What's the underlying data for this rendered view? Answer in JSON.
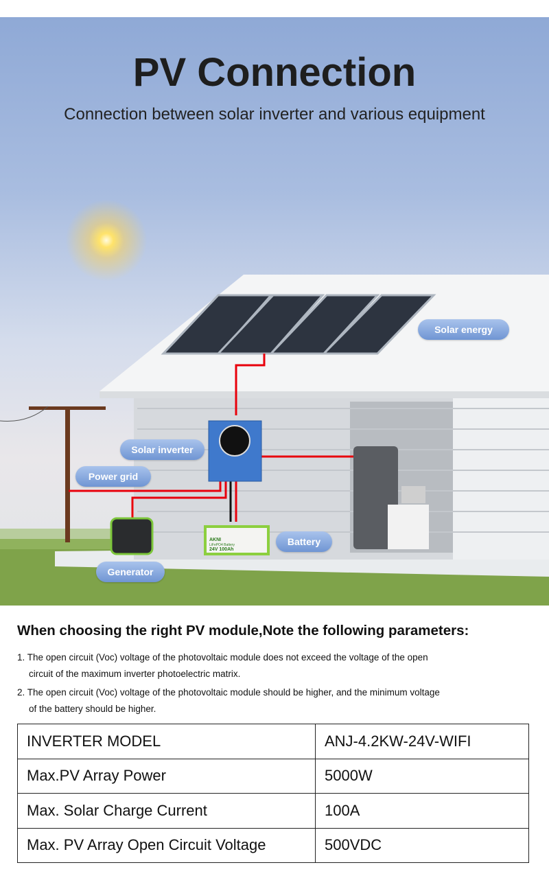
{
  "header": {
    "title": "PV Connection",
    "subtitle": "Connection between solar inverter and various equipment"
  },
  "labels": {
    "solar_energy": "Solar energy",
    "solar_inverter": "Solar inverter",
    "power_grid": "Power grid",
    "battery": "Battery",
    "generator": "Generator"
  },
  "battery_device": {
    "brand": "AKNI",
    "type": "LiFePO4 Battery",
    "spec": "24V 100Ah"
  },
  "notes": {
    "heading": "When choosing the right PV module,Note the following parameters:",
    "items": [
      {
        "line1": "1. The open circuit (Voc) voltage of the photovoltaic module does not exceed the voltage of the open",
        "line2": "circuit of the maximum inverter photoelectric matrix."
      },
      {
        "line1": "2. The open circuit (Voc) voltage of the photovoltaic module should be higher, and the minimum voltage",
        "line2": "of the battery should be higher."
      }
    ]
  },
  "specs": [
    {
      "label": "INVERTER MODEL",
      "value": "ANJ-4.2KW-24V-WIFI"
    },
    {
      "label": "Max.PV Array Power",
      "value": "5000W"
    },
    {
      "label": "Max. Solar Charge Current",
      "value": "100A"
    },
    {
      "label": "Max. PV Array Open Circuit Voltage",
      "value": "500VDC"
    }
  ],
  "colors": {
    "wire": "#e8000b",
    "pill": "#7d9fd8",
    "inverter": "#3f79cc"
  }
}
